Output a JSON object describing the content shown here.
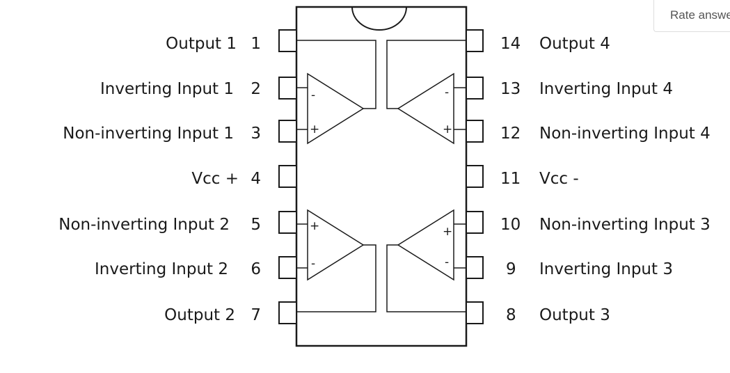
{
  "diagram": {
    "left_pins": [
      {
        "number": "1",
        "label": "Output 1"
      },
      {
        "number": "2",
        "label": "Inverting Input 1"
      },
      {
        "number": "3",
        "label": "Non-inverting Input 1"
      },
      {
        "number": "4",
        "label": "Vcc +"
      },
      {
        "number": "5",
        "label": "Non-inverting Input 2"
      },
      {
        "number": "6",
        "label": "Inverting Input 2"
      },
      {
        "number": "7",
        "label": "Output 2"
      }
    ],
    "right_pins": [
      {
        "number": "14",
        "label": "Output 4"
      },
      {
        "number": "13",
        "label": "Inverting Input 4"
      },
      {
        "number": "12",
        "label": "Non-inverting Input 4"
      },
      {
        "number": "11",
        "label": "Vcc -"
      },
      {
        "number": "10",
        "label": "Non-inverting Input 3"
      },
      {
        "number": "9",
        "label": "Inverting Input 3"
      },
      {
        "number": "8",
        "label": "Output 3"
      }
    ],
    "amplifier_signs": {
      "plus": "+",
      "minus": "-"
    }
  },
  "ui": {
    "rate_button_label": "Rate answer"
  }
}
